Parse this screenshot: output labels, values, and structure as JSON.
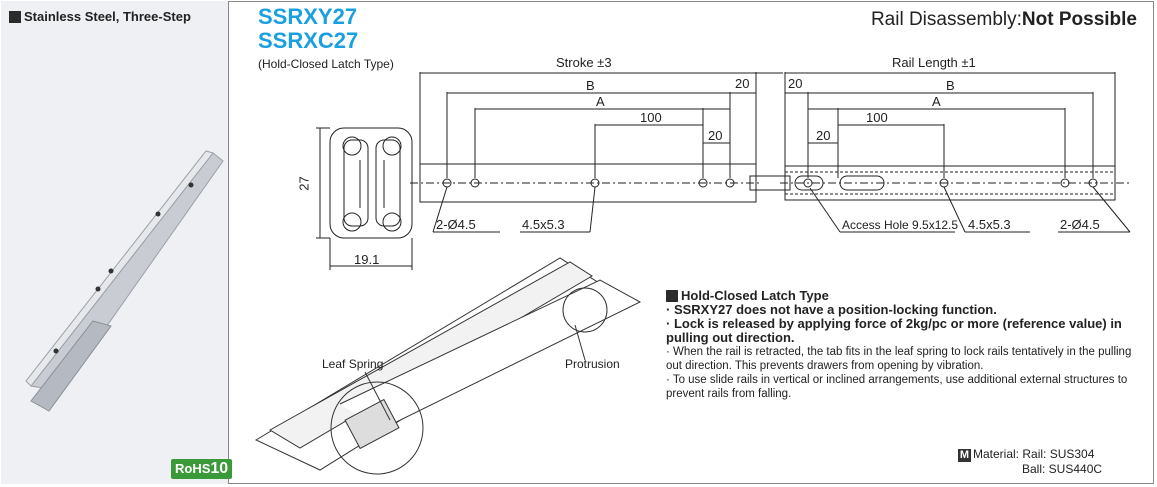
{
  "sidebar": {
    "heading": "Stainless Steel, Three-Step",
    "rohs_prefix": "RoHS",
    "rohs_num": "10"
  },
  "header": {
    "model1": "SSRXY27",
    "model2": "SSRXC27",
    "subtitle": "(Hold-Closed Latch Type)",
    "disassembly_label": "Rail Disassembly:",
    "disassembly_value": "Not Possible"
  },
  "dims": {
    "stroke": "Stroke ±3",
    "rail_length": "Rail Length ±1",
    "b": "B",
    "a": "A",
    "d100": "100",
    "d20": "20",
    "d27": "27",
    "d19": "19.1",
    "hole1": "2-Ø4.5",
    "slot": "4.5x5.3",
    "access": "Access Hole 9.5x12.5",
    "slot2": "4.5x5.3",
    "hole2": "2-Ø4.5"
  },
  "callouts": {
    "leaf_spring": "Leaf Spring",
    "protrusion": "Protrusion"
  },
  "notes": {
    "heading": "Hold-Closed Latch Type",
    "b1": "· SSRXY27 does not have a position-locking function.",
    "b2": "· Lock is released by applying force of 2kg/pc or more (reference value) in pulling out direction.",
    "s1": "· When the rail is retracted, the tab fits in the leaf spring to lock rails tentatively in the pulling out direction. This prevents drawers from opening by vibration.",
    "s2": "· To use slide rails in vertical or inclined arrangements, use additional external structures to prevent rails from falling."
  },
  "material": {
    "badge": "M",
    "rail": "Material: Rail: SUS304",
    "ball": "Ball: SUS440C"
  }
}
